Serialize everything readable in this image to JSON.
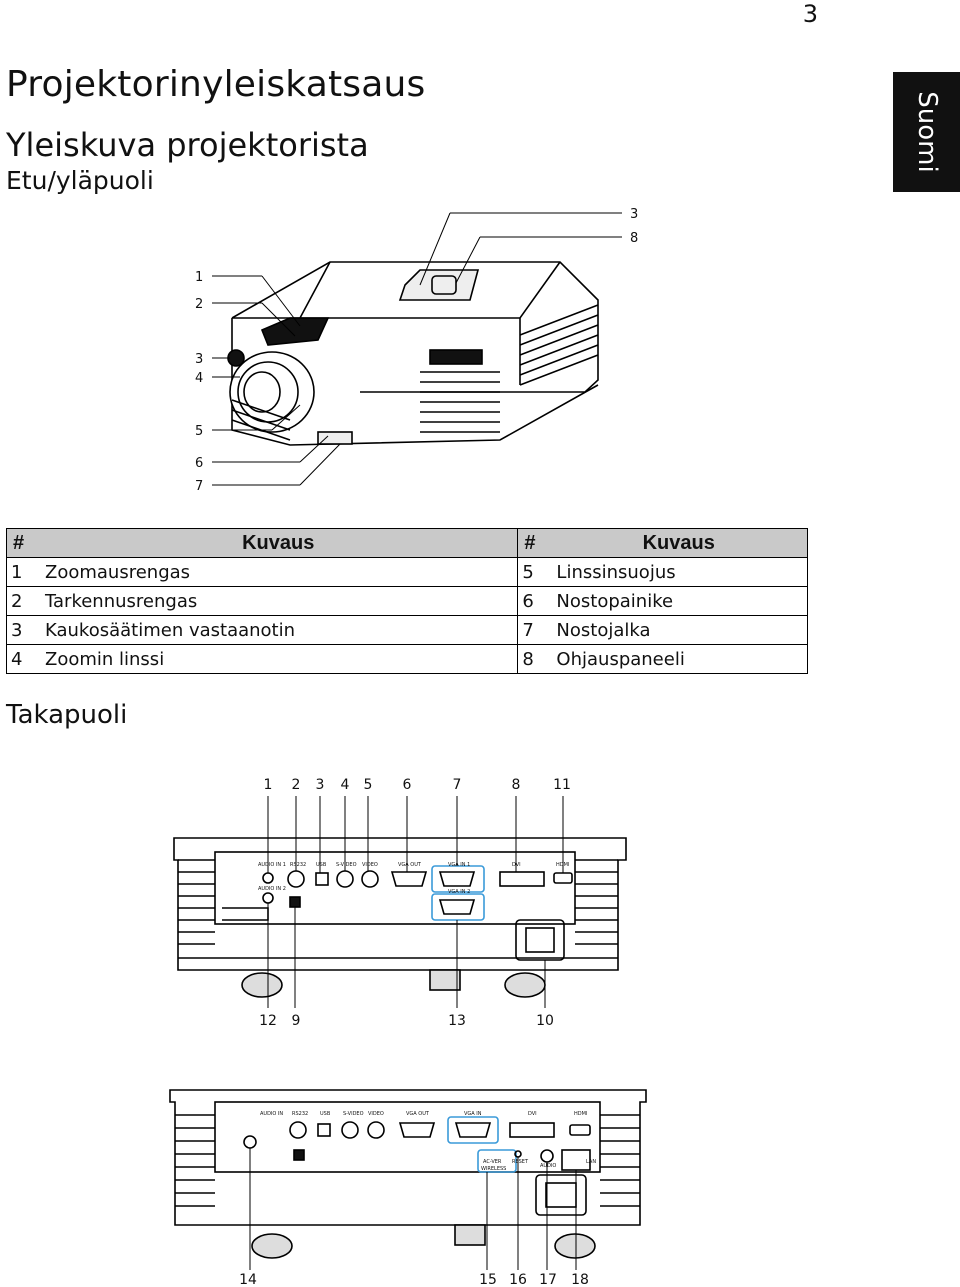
{
  "page_number": "3",
  "language_tab": "Suomi",
  "title": "Projektorinyleiskatsaus",
  "section_title": "Yleiskuva projektorista",
  "front_subtitle": "Etu/yläpuoli",
  "rear_subtitle": "Takapuoli",
  "front_callouts": [
    "1",
    "2",
    "3",
    "4",
    "5",
    "6",
    "7",
    "3",
    "8"
  ],
  "table": {
    "headers": [
      "#",
      "Kuvaus",
      "#",
      "Kuvaus"
    ],
    "rows": [
      {
        "n1": "1",
        "d1": "Zoomausrengas",
        "n2": "5",
        "d2": "Linssinsuojus"
      },
      {
        "n1": "2",
        "d1": "Tarkennusrengas",
        "n2": "6",
        "d2": "Nostopainike"
      },
      {
        "n1": "3",
        "d1": "Kaukosäätimen vastaanotin",
        "n2": "7",
        "d2": "Nostojalka"
      },
      {
        "n1": "4",
        "d1": "Zoomin linssi",
        "n2": "8",
        "d2": "Ohjauspaneeli"
      }
    ]
  },
  "rear1_top_callouts": [
    "1",
    "2",
    "3",
    "4",
    "5",
    "6",
    "7",
    "8",
    "11"
  ],
  "rear1_bottom_callouts": [
    "12",
    "9",
    "13",
    "10"
  ],
  "rear1_port_labels": [
    "AUDIO IN 1",
    "RS232",
    "USB",
    "S-VIDEO",
    "VIDEO",
    "VGA OUT",
    "VGA IN 1",
    "DVI",
    "HDMI",
    "AUDIO IN 2",
    "VGA IN 2"
  ],
  "rear2_port_labels": [
    "AUDIO IN",
    "RS232",
    "USB",
    "S-VIDEO",
    "VIDEO",
    "VGA OUT",
    "VGA IN",
    "DVI",
    "HDMI",
    "AC-VER",
    "WIRELESS",
    "RESET",
    "AUDIO",
    "LAN"
  ],
  "rear2_bottom_callouts": [
    "14",
    "15",
    "16",
    "17",
    "18"
  ]
}
